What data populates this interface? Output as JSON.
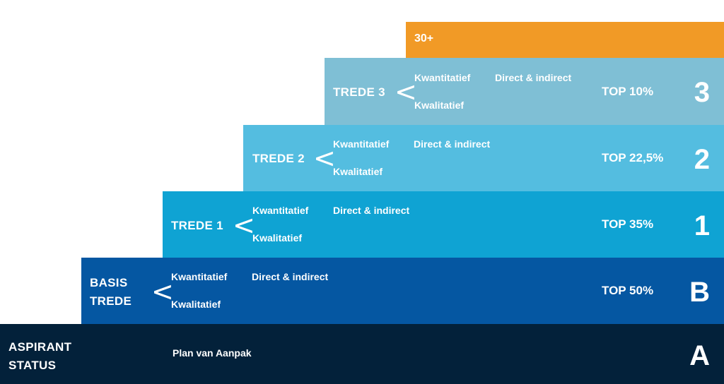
{
  "header": {
    "label": "30+",
    "color": "#f19a26"
  },
  "steps": [
    {
      "title_line1": "TREDE 3",
      "title_line2": "",
      "chevron": "<",
      "kwantitatief": "Kwantitatief",
      "direct": "Direct & indirect",
      "kwalitatief": "Kwalitatief",
      "top": "TOP 10%",
      "letter": "3",
      "color": "#7fbfd5"
    },
    {
      "title_line1": "TREDE 2",
      "title_line2": "",
      "chevron": "<",
      "kwantitatief": "Kwantitatief",
      "direct": "Direct & indirect",
      "kwalitatief": "Kwalitatief",
      "top": "TOP 22,5%",
      "letter": "2",
      "color": "#54bde0"
    },
    {
      "title_line1": "TREDE 1",
      "title_line2": "",
      "chevron": "<",
      "kwantitatief": "Kwantitatief",
      "direct": "Direct & indirect",
      "kwalitatief": "Kwalitatief",
      "top": "TOP 35%",
      "letter": "1",
      "color": "#0fa3d3"
    },
    {
      "title_line1": "BASIS",
      "title_line2": "TREDE",
      "chevron": "<",
      "kwantitatief": "Kwantitatief",
      "direct": "Direct & indirect",
      "kwalitatief": "Kwalitatief",
      "top": "TOP 50%",
      "letter": "B",
      "color": "#0557a2"
    }
  ],
  "aspirant": {
    "title_line1": "ASPIRANT",
    "title_line2": "STATUS",
    "plan": "Plan van Aanpak",
    "letter": "A",
    "color": "#03213a"
  }
}
